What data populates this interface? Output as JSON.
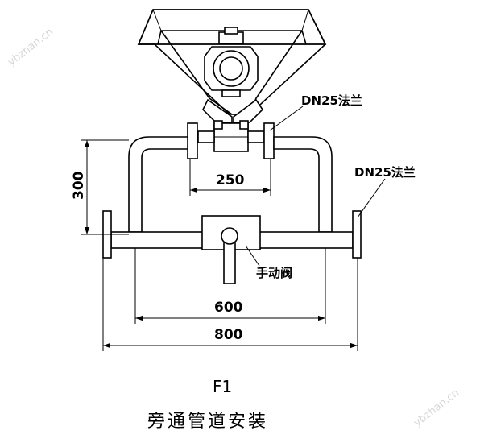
{
  "labels": {
    "flange_top": "DN25法兰",
    "flange_right": "DN25法兰",
    "valve": "手动阀",
    "dim_250": "250",
    "dim_300": "300",
    "dim_600": "600",
    "dim_800": "800"
  },
  "caption": {
    "figure_id": "F1",
    "title": "旁通管道安装"
  },
  "watermark": {
    "left": "ybzhan.cn",
    "right": "ybzhan.cn"
  }
}
